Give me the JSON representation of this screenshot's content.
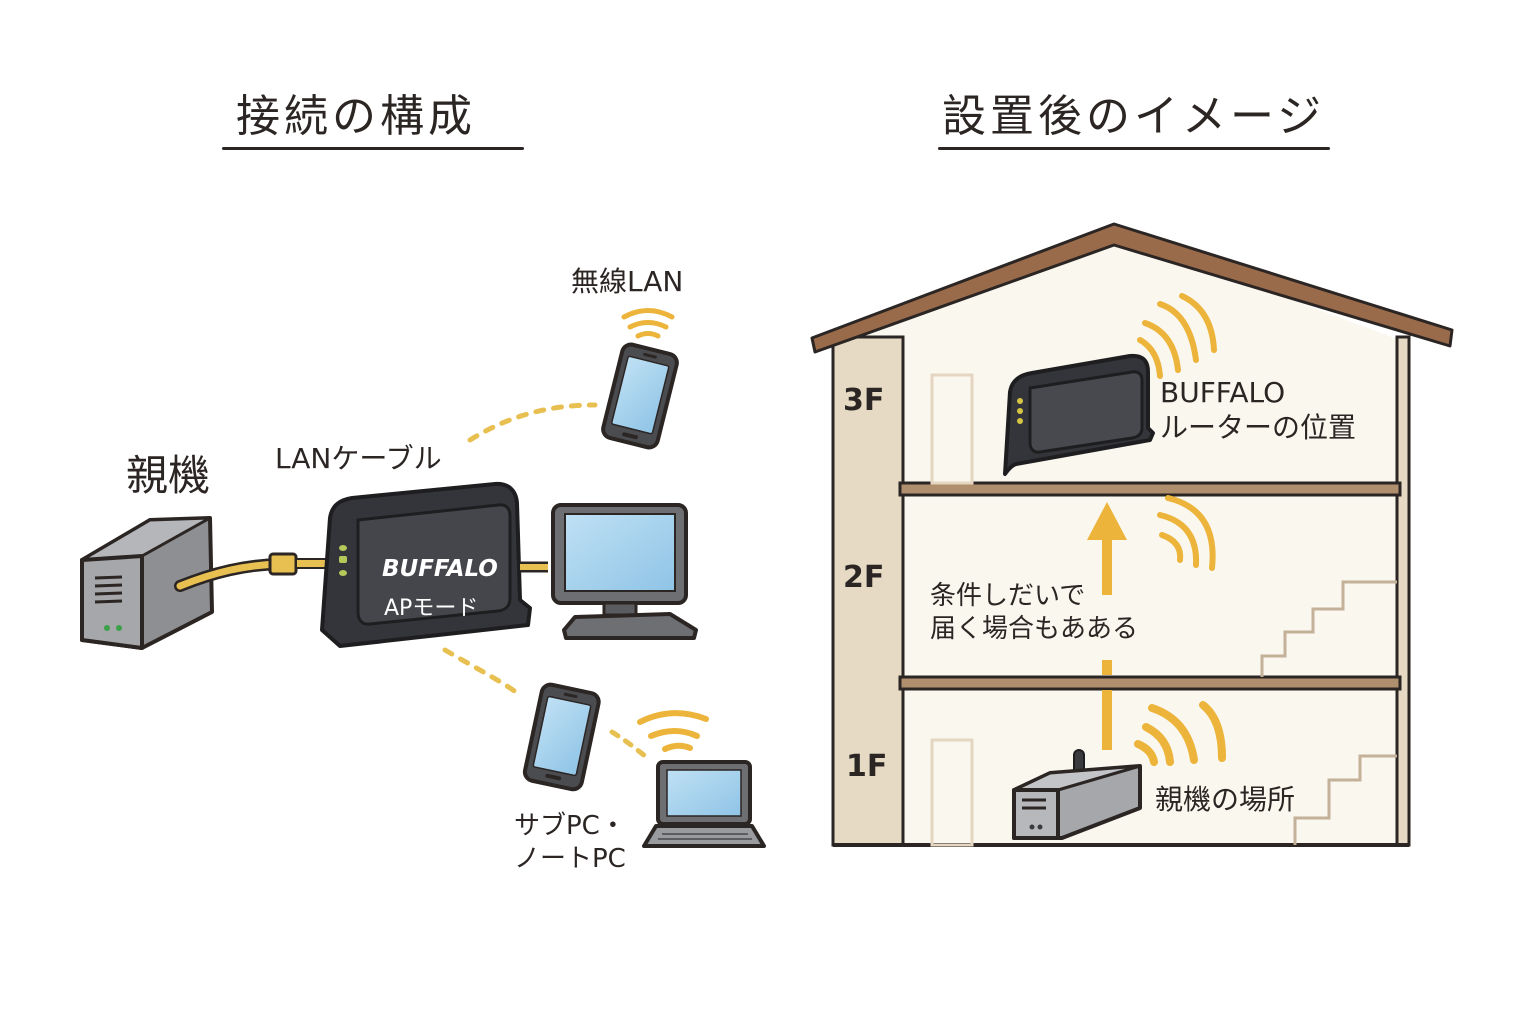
{
  "left_panel": {
    "title": "接続の構成",
    "parent_device_label": "親機",
    "cable_label": "LANケーブル",
    "wireless_label": "無線LAN",
    "router_brand": "BUFFALO",
    "router_mode": "APモード",
    "sub_devices_label": "サブPC・\nノートPC",
    "icons": [
      "parent-router-icon",
      "lan-cable-icon",
      "buffalo-router-icon",
      "smartphone-icon",
      "desktop-pc-icon",
      "smartphone-icon",
      "laptop-icon",
      "wifi-signal-icon"
    ]
  },
  "right_panel": {
    "title": "設置後のイメージ",
    "floors": [
      "3F",
      "2F",
      "1F"
    ],
    "router_label": "BUFFALO\nルーターの位置",
    "note": "条件しだいで\n届く場合もあある",
    "parent_label": "親機の場所",
    "icons": [
      "house-icon",
      "buffalo-router-icon",
      "parent-router-icon",
      "wifi-signal-icon",
      "up-arrow-icon",
      "stairs-icon"
    ]
  },
  "colors": {
    "ink": "#2b2523",
    "cable_yellow": "#e8c052",
    "signal_yellow": "#ecb43a",
    "router_black": "#3a3b3e",
    "device_gray": "#9a9b9e",
    "screen_blue": "#a9d4ee",
    "roof_brown": "#9a6b4b",
    "wall_beige": "#e6dac4",
    "room_cream": "#faf7ef"
  }
}
